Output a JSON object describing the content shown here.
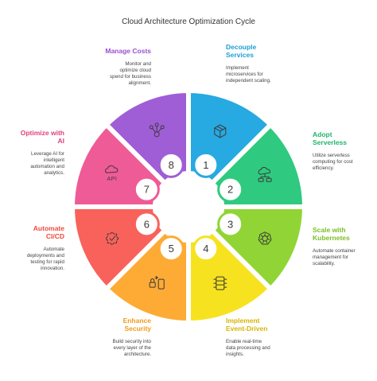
{
  "title": "Cloud Architecture Optimization Cycle",
  "colors": {
    "background": "#ffffff",
    "text": "#333333",
    "separator": "#ffffff",
    "icon": "#3a3a3a"
  },
  "steps": [
    {
      "number": "1",
      "title_lines": [
        "Decouple",
        "Services"
      ],
      "description_lines": [
        "Implement",
        "microservices for",
        "independent scaling."
      ],
      "color": "#27a9e1",
      "title_color": "#1e9fd6",
      "icon": "box-icon"
    },
    {
      "number": "2",
      "title_lines": [
        "Adopt",
        "Serverless"
      ],
      "description_lines": [
        "Utilize serverless",
        "computing for cost",
        "efficiency."
      ],
      "color": "#2fca7f",
      "title_color": "#22b36b",
      "icon": "serverless-cloud-icon"
    },
    {
      "number": "3",
      "title_lines": [
        "Scale with",
        "Kubernetes"
      ],
      "description_lines": [
        "Automate container",
        "management for",
        "scalability."
      ],
      "color": "#90d535",
      "title_color": "#7bbf24",
      "icon": "kubernetes-icon"
    },
    {
      "number": "4",
      "title_lines": [
        "Implement",
        "Event-Driven"
      ],
      "description_lines": [
        "Enable real-time",
        "data processing and",
        "insights."
      ],
      "color": "#f7e21f",
      "title_color": "#d9b400",
      "icon": "database-stack-icon"
    },
    {
      "number": "5",
      "title_lines": [
        "Enhance",
        "Security"
      ],
      "description_lines": [
        "Build security into",
        "every layer of the",
        "architecture."
      ],
      "color": "#fdab35",
      "title_color": "#f29a1a",
      "icon": "lock-device-icon"
    },
    {
      "number": "6",
      "title_lines": [
        "Automate",
        "CI/CD"
      ],
      "description_lines": [
        "Automate",
        "deployments and",
        "testing for rapid",
        "innovation."
      ],
      "color": "#f8625b",
      "title_color": "#ee4a3e",
      "icon": "gear-check-icon"
    },
    {
      "number": "7",
      "title_lines": [
        "Optimize with",
        "AI"
      ],
      "description_lines": [
        "Leverage AI for",
        "intelligent",
        "automation and",
        "analytics."
      ],
      "color": "#ef5b96",
      "title_color": "#e0407c",
      "icon": "api-cloud-icon",
      "icon_label": "API"
    },
    {
      "number": "8",
      "title_lines": [
        "Manage Costs"
      ],
      "description_lines": [
        "Monitor and",
        "optimize cloud",
        "spend for business",
        "alignment."
      ],
      "color": "#a05ed6",
      "title_color": "#9b4fd2",
      "icon": "cost-network-icon"
    }
  ]
}
